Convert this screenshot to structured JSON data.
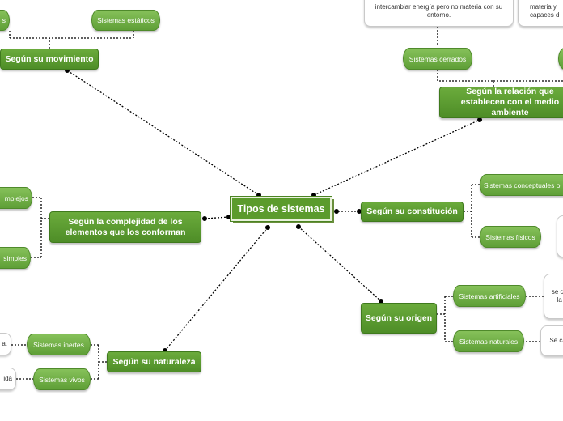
{
  "central": {
    "label": "Tipos de sistemas"
  },
  "branches": {
    "movimiento": {
      "label": "Según su movimiento",
      "children": [
        "s",
        "Sistemas estáticos"
      ]
    },
    "relacion": {
      "label": "Según la relación que establecen con el medio ambiente",
      "children": [
        "Sistemas cerrados"
      ],
      "notes": [
        "intercambiar energía pero no materia con su entorno.",
        "materia y capaces d"
      ]
    },
    "complejidad": {
      "label": "Según la complejidad de los elementos que los conforman",
      "children": [
        "mplejos",
        "simples"
      ]
    },
    "constitucion": {
      "label": "Según su constitución",
      "children": [
        "Sistemas conceptuales o",
        "Sistemas físicos"
      ]
    },
    "origen": {
      "label": "Según su origen",
      "children": [
        "Sistemas artificiales",
        "Sistemas naturales"
      ],
      "notes": [
        "se crea la p",
        "Se ca d"
      ]
    },
    "naturaleza": {
      "label": "Según su naturaleza",
      "children": [
        "Sistemas inertes",
        "Sistemas vivos"
      ],
      "notes": [
        "a.",
        "ida"
      ]
    }
  },
  "colors": {
    "node": "#5b9b2c",
    "node_dark": "#3f7a1d",
    "connector": "#000000"
  }
}
